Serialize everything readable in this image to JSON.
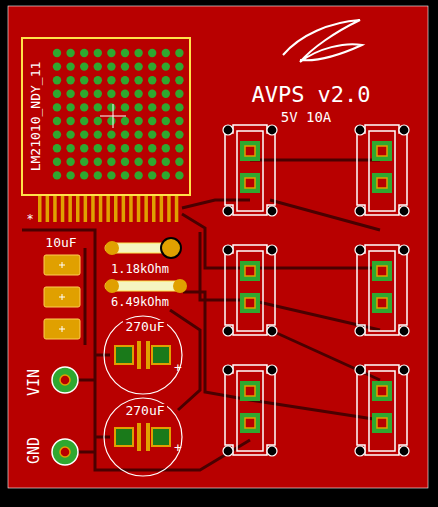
{
  "diagram": {
    "title": "AVPS v2.0",
    "labels": [
      "5V 10A",
      "LM21010_NDY_11",
      "*",
      "10uF",
      "1.18kOhm",
      "6.49kOhm",
      "270uF",
      "270uF",
      "+",
      "+",
      "VIN",
      "GND"
    ]
  }
}
